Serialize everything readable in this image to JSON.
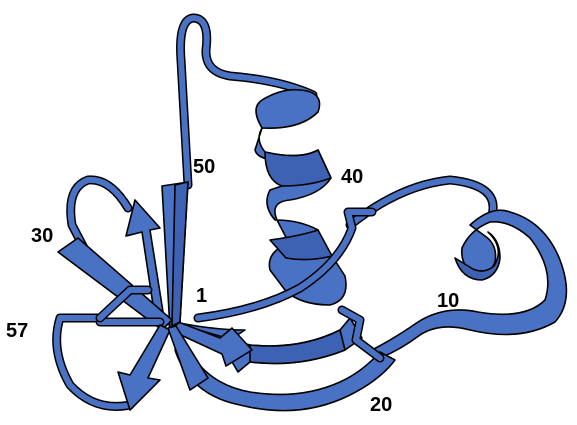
{
  "diagram": {
    "residue_labels": [
      "50",
      "40",
      "30",
      "10",
      "1",
      "57",
      "20"
    ]
  },
  "colors": {
    "ribbon": "#4a72c4",
    "ribbon_shade": "#3d62b3",
    "outline": "#000000",
    "background": "#ffffff"
  }
}
